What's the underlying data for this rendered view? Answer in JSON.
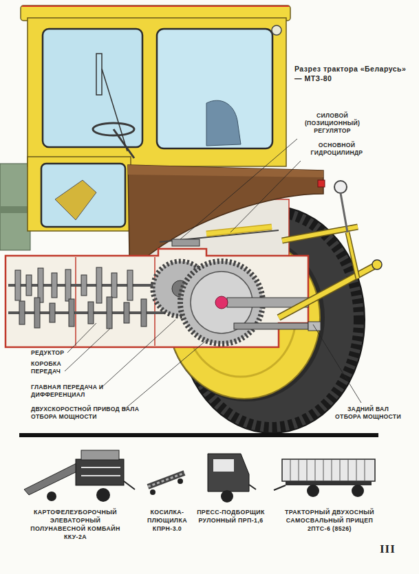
{
  "diagram": {
    "title": "Разрез трактора «Беларусь» — МТЗ-80",
    "labels": [
      "СИЛОВОЙ (ПОЗИЦИОННЫЙ) РЕГУЛЯТОР",
      "ОСНОВНОЙ ГИДРОЦИЛИНДР",
      "РЕДУКТОР",
      "КОРОБКА ПЕРЕДАЧ",
      "ГЛАВНАЯ ПЕРЕДАЧА И ДИФФЕРЕНЦИАЛ",
      "ДВУХСКОРОСТНОЙ ПРИВОД ВАЛА ОТБОРА МОЩНОСТИ",
      "ЗАДНИЙ ВАЛ ОТБОРА МОЩНОСТИ",
      "КАРТОФЕЛЕУБОРОЧНЫЙ ЭЛЕВАТОРНЫЙ ПОЛУНАВЕСНОЙ КОМБАЙН ККУ-2А",
      "КОСИЛКА-ПЛЮЩИЛКА КПРН-3.0",
      "ПРЕСС-ПОДБОРЩИК РУЛОННЫЙ ПРП-1,6",
      "ТРАКТОРНЫЙ ДВУХОСНЫЙ САМОСВАЛЬНЫЙ ПРИЦЕП 2ПТС-6 (8526)",
      "III"
    ]
  }
}
